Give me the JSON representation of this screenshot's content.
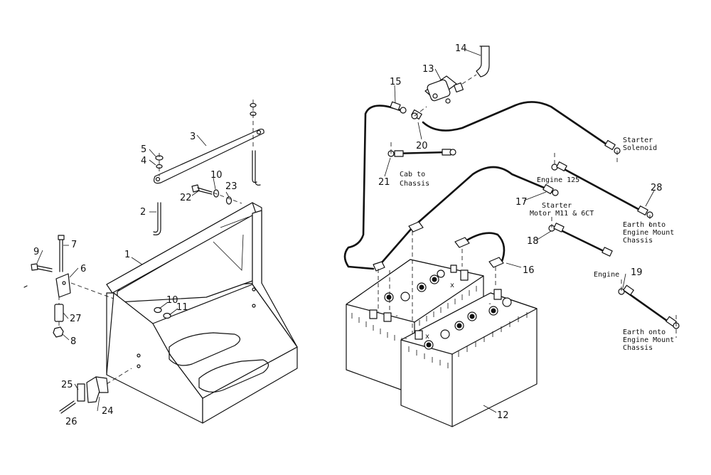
{
  "callouts": [
    {
      "id": "n1",
      "text": "1"
    },
    {
      "id": "n2",
      "text": "2"
    },
    {
      "id": "n3",
      "text": "3"
    },
    {
      "id": "n4",
      "text": "4"
    },
    {
      "id": "n5",
      "text": "5"
    },
    {
      "id": "n6",
      "text": "6"
    },
    {
      "id": "n7",
      "text": "7"
    },
    {
      "id": "n8",
      "text": "8"
    },
    {
      "id": "n9",
      "text": "9"
    },
    {
      "id": "n10a",
      "text": "10"
    },
    {
      "id": "n10b",
      "text": "10"
    },
    {
      "id": "n11",
      "text": "11"
    },
    {
      "id": "n12",
      "text": "12"
    },
    {
      "id": "n13",
      "text": "13"
    },
    {
      "id": "n14",
      "text": "14"
    },
    {
      "id": "n15",
      "text": "15"
    },
    {
      "id": "n16",
      "text": "16"
    },
    {
      "id": "n17",
      "text": "17"
    },
    {
      "id": "n18",
      "text": "18"
    },
    {
      "id": "n19",
      "text": "19"
    },
    {
      "id": "n20",
      "text": "20"
    },
    {
      "id": "n21",
      "text": "21"
    },
    {
      "id": "n22",
      "text": "22"
    },
    {
      "id": "n23",
      "text": "23"
    },
    {
      "id": "n24",
      "text": "24"
    },
    {
      "id": "n25",
      "text": "25"
    },
    {
      "id": "n26",
      "text": "26"
    },
    {
      "id": "n27",
      "text": "27"
    },
    {
      "id": "n28",
      "text": "28"
    }
  ],
  "labels": {
    "starter_solenoid": [
      "Starter",
      "Solenoid"
    ],
    "cab_to_chassis": [
      "Cab to",
      "Chassis"
    ],
    "engine_125": "Engine 125",
    "starter_motor": [
      "Starter",
      "Motor M11 & 6CT"
    ],
    "earth_top": [
      "Earth onto",
      "Engine Mount",
      "Chassis"
    ],
    "engine": "Engine",
    "earth_bottom": [
      "Earth onto",
      "Engine Mount",
      "Chassis"
    ]
  },
  "battery_marks": {
    "plus": "+",
    "cross": "x",
    "minus": "-"
  }
}
